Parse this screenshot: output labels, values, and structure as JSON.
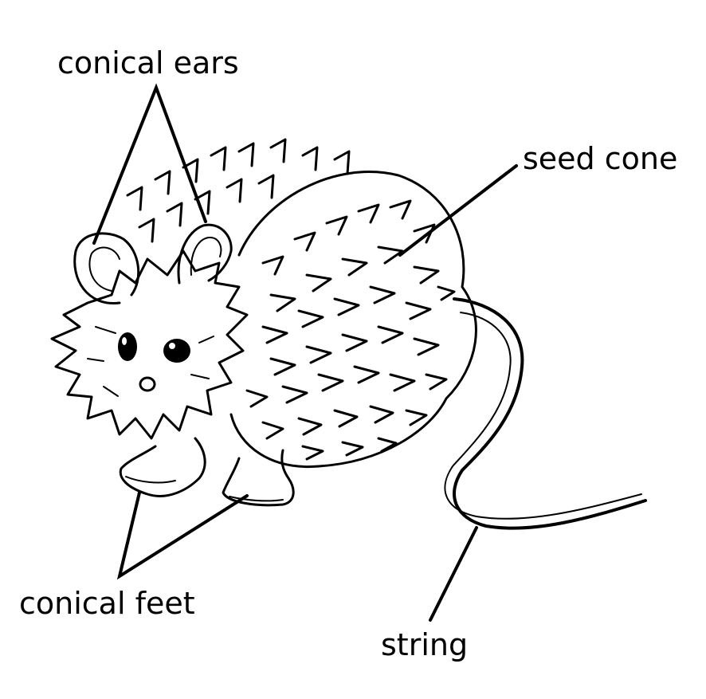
{
  "labels": {
    "ears": "conical ears",
    "seed_cone": "seed cone",
    "feet": "conical feet",
    "string": "string"
  },
  "colors": {
    "ink": "#000000",
    "paper": "#ffffff"
  }
}
